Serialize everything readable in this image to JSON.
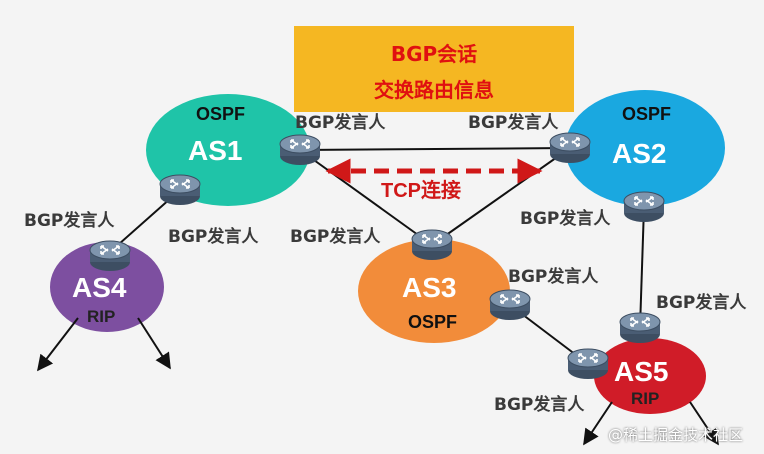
{
  "banner": {
    "line1": "BGP会话",
    "line2": "交换路由信息"
  },
  "connection_label": "TCP连接",
  "speaker_label": "BGP发言人",
  "as": {
    "as1": {
      "name": "AS1",
      "protocol": "OSPF",
      "color": "#1fc4a8"
    },
    "as2": {
      "name": "AS2",
      "protocol": "OSPF",
      "color": "#1aa8e0"
    },
    "as3": {
      "name": "AS3",
      "protocol": "OSPF",
      "color": "#f28c3a"
    },
    "as4": {
      "name": "AS4",
      "protocol": "RIP",
      "color": "#7d4fa0"
    },
    "as5": {
      "name": "AS5",
      "protocol": "RIP",
      "color": "#d01c28"
    }
  },
  "colors": {
    "banner": "#f5b722",
    "banner_text": "#e01010",
    "tcp_arrow": "#d01818",
    "router": "#5b6f86"
  },
  "watermark": "@稀土掘金技术社区"
}
